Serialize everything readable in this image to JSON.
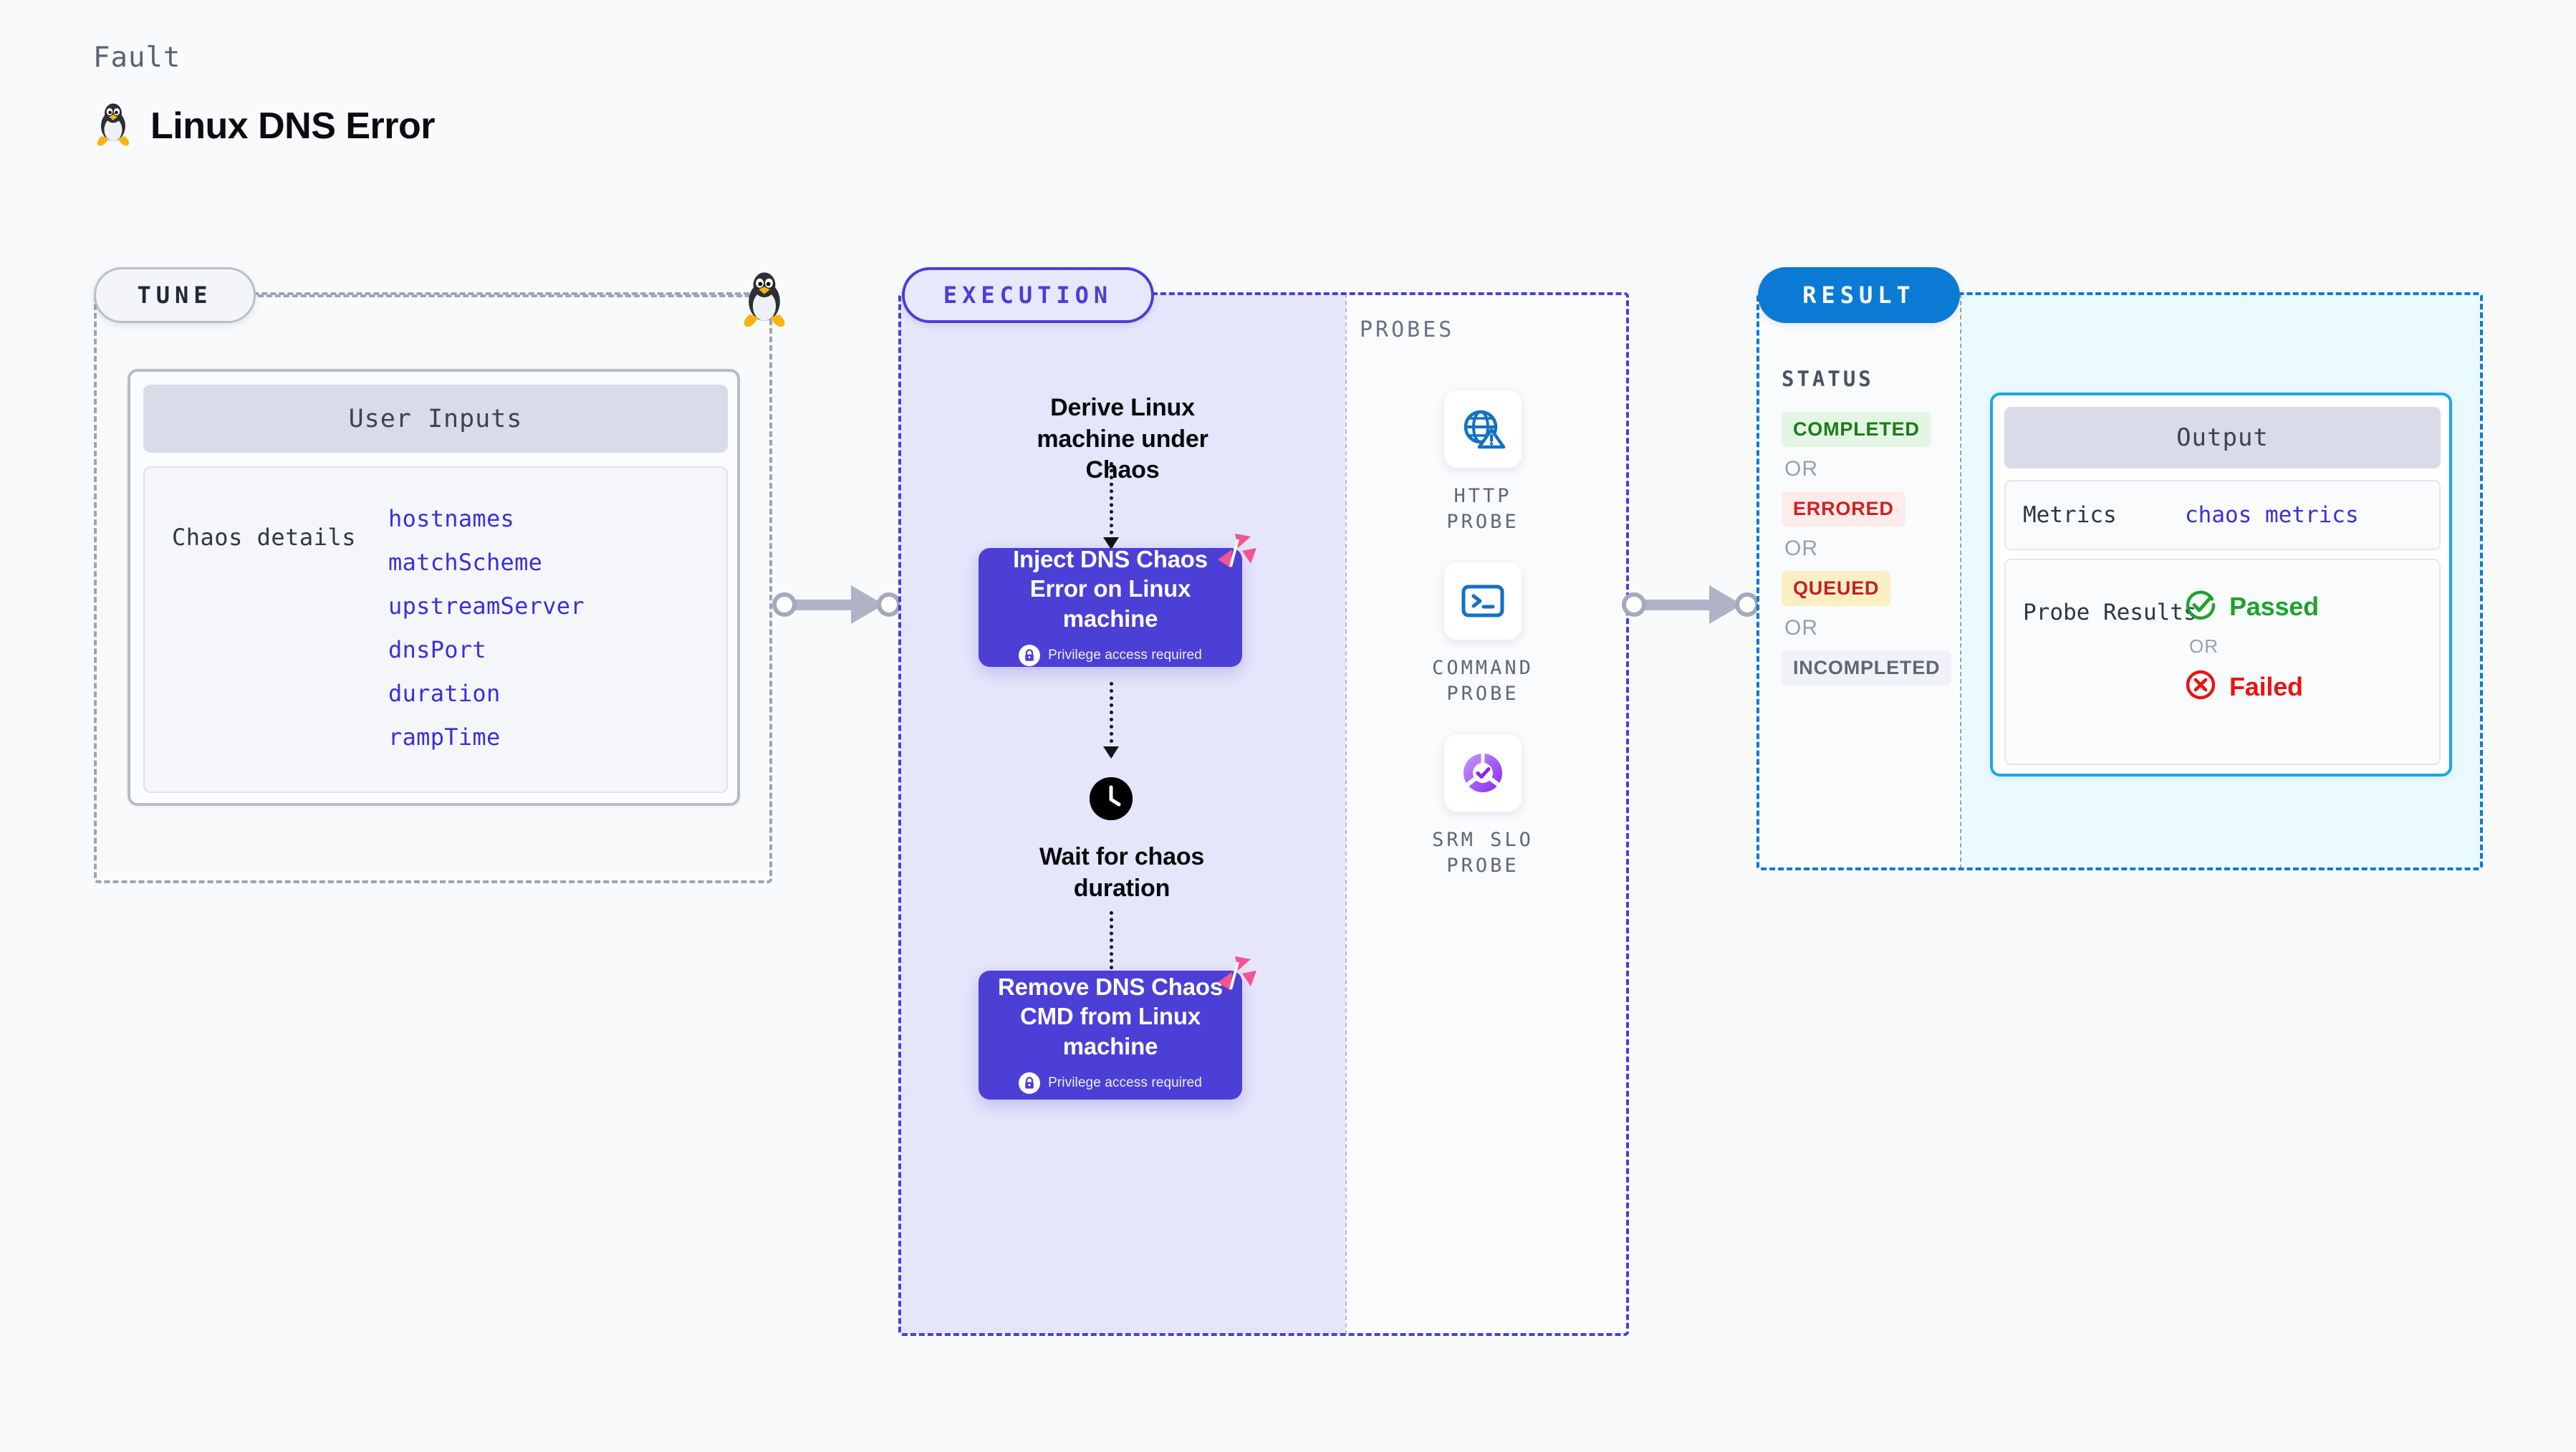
{
  "header": {
    "eyebrow": "Fault",
    "title": "Linux DNS Error",
    "icon": "linux-penguin-icon"
  },
  "tune": {
    "pill_label": "TUNE",
    "user_inputs_title": "User Inputs",
    "chaos_details_label": "Chaos details",
    "parameters": [
      "hostnames",
      "matchScheme",
      "upstreamServer",
      "dnsPort",
      "duration",
      "rampTime"
    ]
  },
  "execution": {
    "pill_label": "EXECUTION",
    "step_derive": "Derive Linux machine under Chaos",
    "task_inject": {
      "title": "Inject DNS Chaos Error on Linux machine",
      "privilege_note": "Privilege access required"
    },
    "step_wait": "Wait for chaos duration",
    "task_remove": {
      "title": "Remove DNS Chaos CMD from Linux machine",
      "privilege_note": "Privilege access required"
    }
  },
  "probes": {
    "section_label": "PROBES",
    "items": [
      {
        "label": "HTTP PROBE",
        "icon": "globe-warning-icon"
      },
      {
        "label": "COMMAND PROBE",
        "icon": "terminal-icon"
      },
      {
        "label": "SRM SLO PROBE",
        "icon": "srm-slo-check-icon"
      }
    ]
  },
  "result": {
    "pill_label": "RESULT",
    "status_label": "STATUS",
    "or_label": "OR",
    "statuses": [
      {
        "label": "COMPLETED",
        "color": "#1c7a1c",
        "bg": "#e3f6e3"
      },
      {
        "label": "ERRORED",
        "color": "#d22020",
        "bg": "#fdeceb"
      },
      {
        "label": "QUEUED",
        "color": "#c42020",
        "bg": "#fdefc4"
      },
      {
        "label": "INCOMPLETED",
        "color": "#5f6678",
        "bg": "#f1f2f7"
      }
    ],
    "output": {
      "title": "Output",
      "metrics_key": "Metrics",
      "metrics_value": "chaos metrics",
      "probe_results_key": "Probe Results",
      "passed_label": "Passed",
      "failed_label": "Failed",
      "or_label": "OR"
    }
  },
  "colors": {
    "accent_purple": "#4b3fd6",
    "accent_blue": "#0b7ad4",
    "output_border": "#19a6e8",
    "param_text": "#3a30d8",
    "litmus_pink": "#f2568f"
  }
}
